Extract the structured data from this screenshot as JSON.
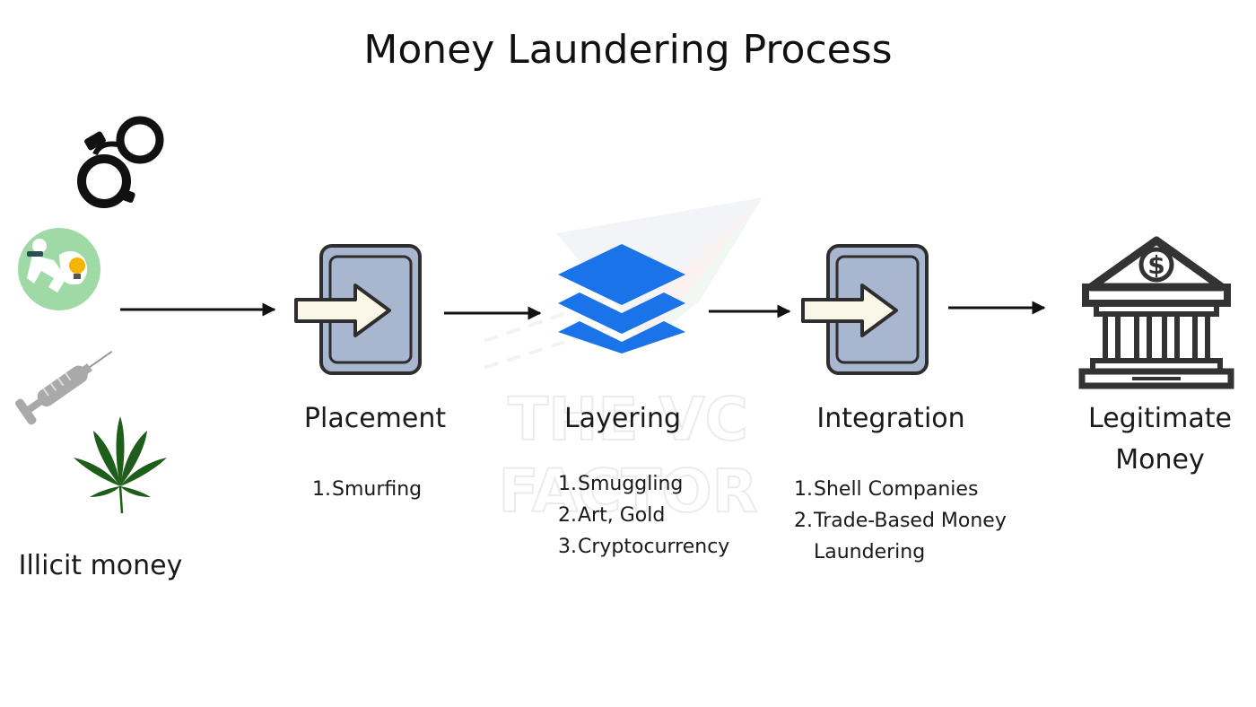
{
  "title": "Money Laundering Process",
  "watermark": {
    "line1": "THE VC",
    "line2": "FACTOR"
  },
  "source": {
    "label": "Illicit money",
    "icons": [
      "handcuffs-icon",
      "thief-icon",
      "syringe-icon",
      "cannabis-leaf-icon"
    ]
  },
  "stages": [
    {
      "label": "Placement",
      "icon": "enter-arrow-icon",
      "items": [
        "Smurfing"
      ]
    },
    {
      "label": "Layering",
      "icon": "layers-icon",
      "items": [
        "Smuggling",
        "Art, Gold",
        "Cryptocurrency"
      ]
    },
    {
      "label": "Integration",
      "icon": "enter-arrow-icon",
      "items": [
        "Shell Companies",
        "Trade-Based Money Laundering"
      ]
    }
  ],
  "destination": {
    "label_line1": "Legitimate",
    "label_line2": "Money",
    "icon": "bank-icon"
  },
  "colors": {
    "accent_blue": "#1a73e8",
    "door_fill": "#a8b6d0",
    "door_stroke": "#2e2e2e",
    "leaf_green": "#1e5e1a",
    "thief_bg": "#9fdaa6"
  }
}
